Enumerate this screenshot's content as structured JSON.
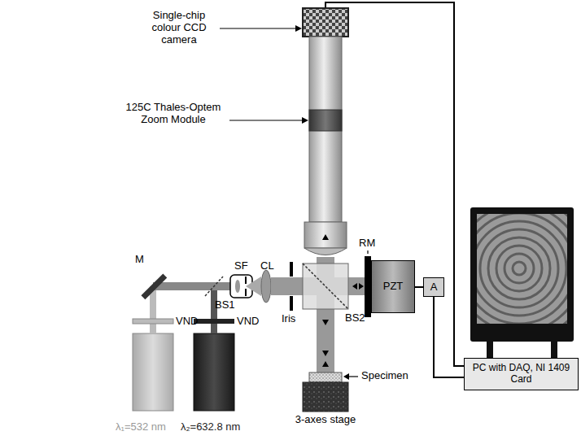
{
  "diagram": {
    "nodes": [
      {
        "text": [
          "PZT"
        ]
      },
      {
        "text": [
          "A"
        ]
      },
      {
        "text": [
          "PC with DAQ, NI 1409 Card"
        ]
      }
    ],
    "edges": [
      {
        "from": 0,
        "to": 1,
        "arrow": "none"
      },
      {
        "from": 1,
        "to": 2,
        "arrow": "none"
      }
    ],
    "labels": [
      "Single-chip colour CCD camera",
      "125C Thales-Optem Zoom Module",
      "RM",
      "M",
      "BS1",
      "SF",
      "CL",
      "Iris",
      "BS2",
      "VND",
      "VND",
      "Specimen",
      "3-axes stage",
      "λ₁=532 nm",
      "λ₂=632.8 nm"
    ]
  }
}
